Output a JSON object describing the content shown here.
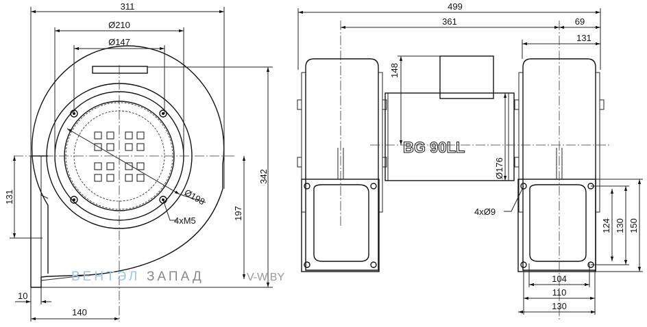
{
  "model_label": "BG 90LL",
  "dimensions": {
    "front": {
      "overall_width": "311",
      "d210": "Ø210",
      "d147": "Ø147",
      "height_342": "342",
      "height_131": "131",
      "height_197": "197",
      "d198": "Ø198",
      "bolts": "4xM5",
      "flange_10": "10",
      "offset_140": "140"
    },
    "side": {
      "overall_width": "499",
      "span_361": "361",
      "span_69": "69",
      "span_131": "131",
      "motor_148": "148",
      "motor_d176": "Ø176",
      "holes": "4xØ9",
      "outlet_104": "104",
      "outlet_110": "110",
      "outlet_130": "130",
      "v_124": "124",
      "v_130": "130",
      "v_150": "150"
    }
  },
  "watermark": {
    "part1": "ВЕНТЭЛ",
    "part2": "ЗАПАД",
    "site": "V-W.BY"
  }
}
